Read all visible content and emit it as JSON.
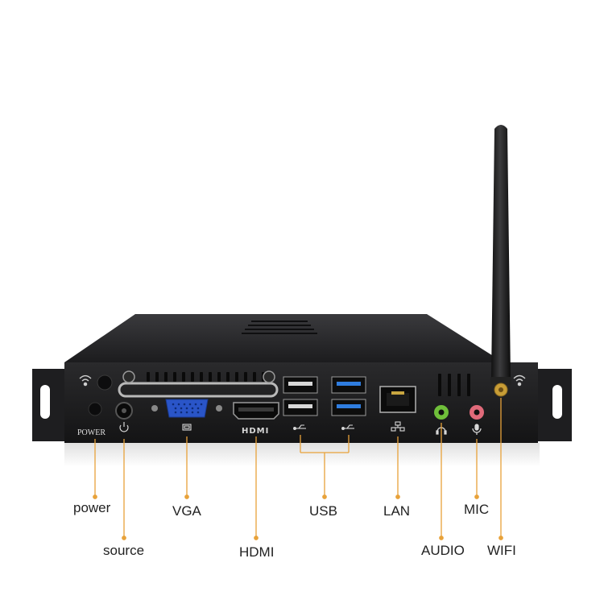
{
  "panel": {
    "power_text": "POWER",
    "hdmi_text": "HDMI"
  },
  "callouts": {
    "power": "power",
    "source": "source",
    "vga": "VGA",
    "hdmi": "HDMI",
    "usb": "USB",
    "lan": "LAN",
    "mic": "MIC",
    "audio": "AUDIO",
    "wifi": "WIFI"
  },
  "colors": {
    "leader_line": "#e8a23a",
    "chassis": "#1b1b1d",
    "vga_port": "#2a55c8",
    "usb3_port": "#2f7de0",
    "audio_jack": "#6fbf3a",
    "mic_jack": "#e06a7a"
  },
  "icons": [
    "wifi-icon",
    "power-icon",
    "monitor-icon",
    "usb-icon",
    "network-icon",
    "headphone-icon",
    "microphone-icon"
  ]
}
